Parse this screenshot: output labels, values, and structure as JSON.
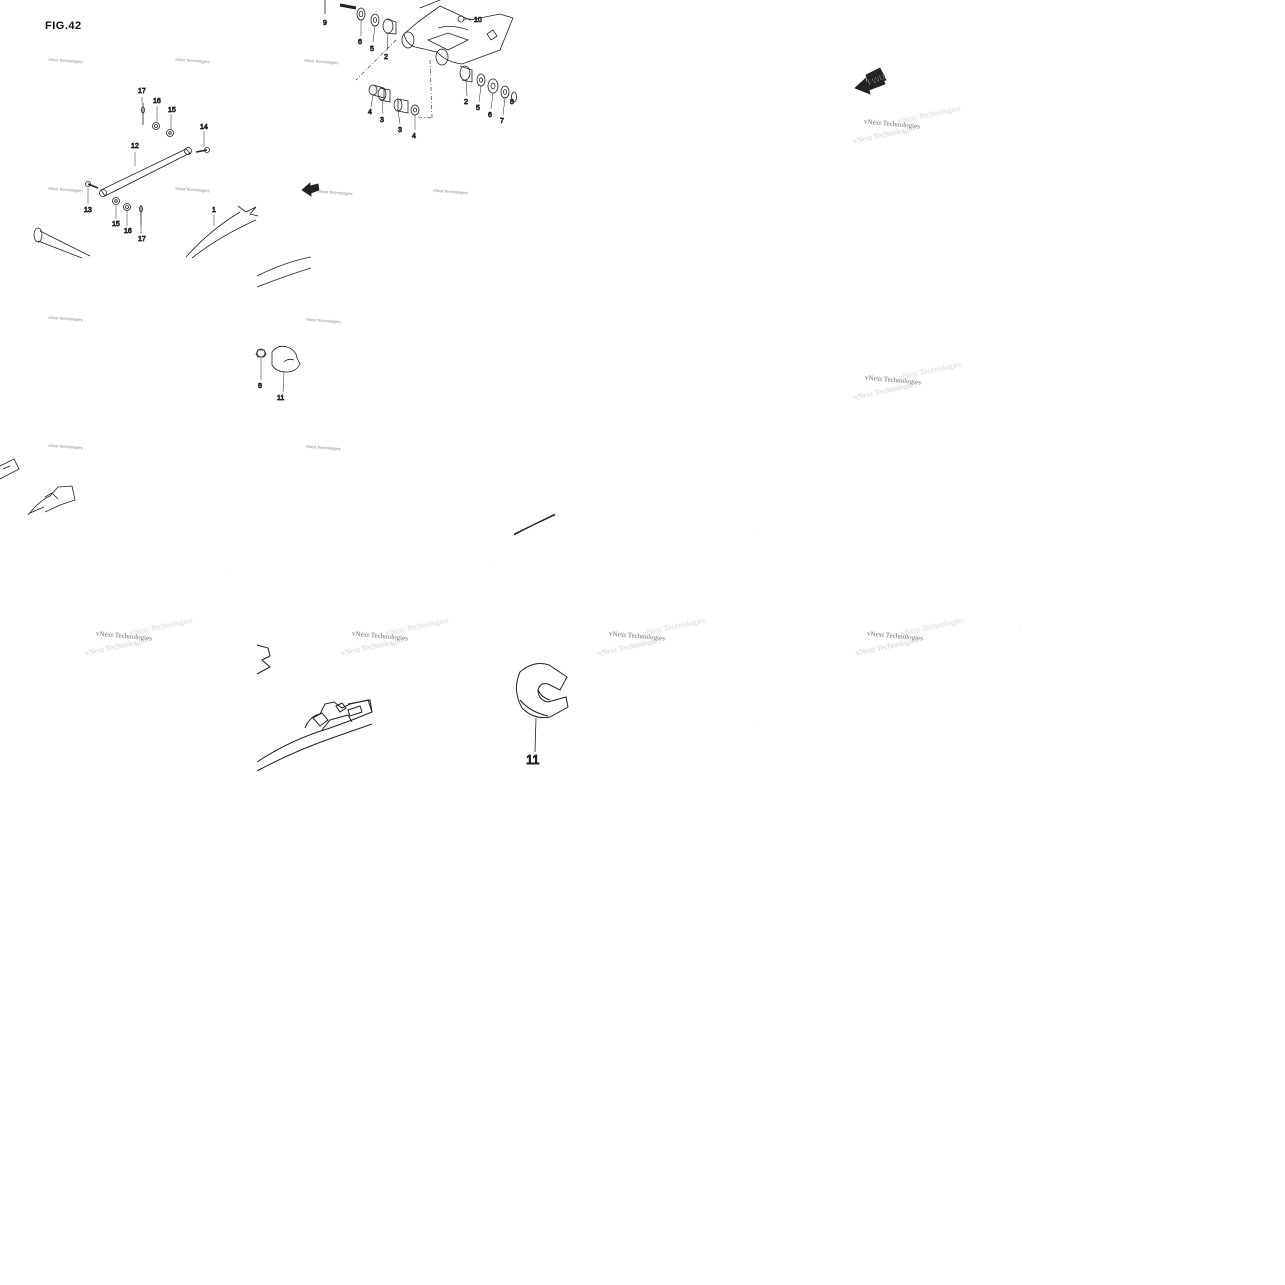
{
  "figure": {
    "title": "FIG.42"
  },
  "watermark": {
    "text": "vNext Technologies",
    "ghost": "vNext Technologies"
  },
  "fwd_label": "FWD",
  "callouts": {
    "c9": "9",
    "c6a": "6",
    "c5a": "5",
    "c2a": "2",
    "c10": "10",
    "c4a": "4",
    "c3a": "3",
    "c3b": "3",
    "c4b": "4",
    "c2b": "2",
    "c5b": "5",
    "c6b": "6",
    "c7": "7",
    "c8top": "8",
    "c17a": "17",
    "c16a": "16",
    "c15a": "15",
    "c14": "14",
    "c12": "12",
    "c13": "13",
    "c15b": "15",
    "c16b": "16",
    "c17b": "17",
    "c1": "1",
    "c8mid": "8",
    "c11mid": "11",
    "c11big": "11"
  },
  "colors": {
    "ink": "#222222",
    "paper": "#ffffff",
    "watermark": "#8a8a8a"
  }
}
